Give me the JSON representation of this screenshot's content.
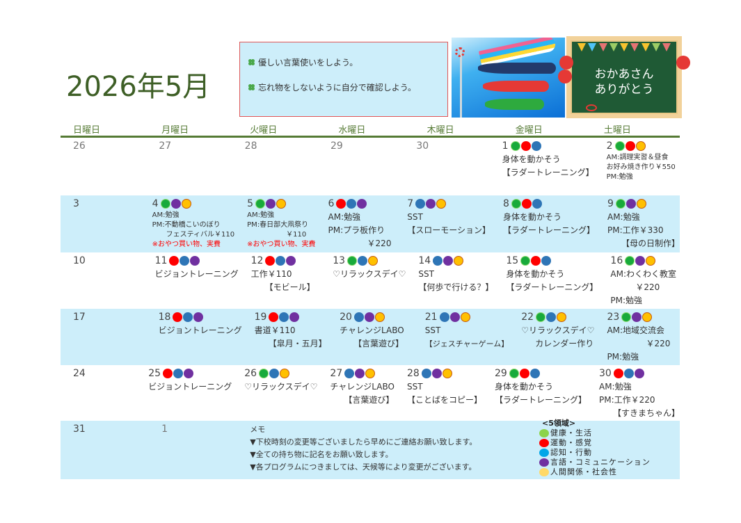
{
  "header": {
    "title": "2026年5月",
    "goals": [
      "優しい言葉使いをしよう。",
      "忘れ物をしないように自分で確認しよう。"
    ],
    "images": {
      "koinobori": "carp-streamers-illustration",
      "mothers_day_card": {
        "text_line1": "おかあさん",
        "text_line2": "ありがとう"
      }
    }
  },
  "colors": {
    "green": "#18aa3b",
    "red": "#ff0000",
    "blue": "#2e75b6",
    "purple": "#7030a0",
    "yellow": "#ffc000",
    "header_green": "#557a34",
    "row_shade": "#cdeefa",
    "goal_border": "#e05555"
  },
  "weekdays": [
    "日曜日",
    "月曜日",
    "火曜日",
    "水曜日",
    "木曜日",
    "金曜日",
    "土曜日"
  ],
  "weeks": [
    {
      "shade": false,
      "days": [
        {
          "n": "26",
          "muted": true,
          "dots": [],
          "lines": []
        },
        {
          "n": "27",
          "muted": true,
          "dots": [],
          "lines": []
        },
        {
          "n": "28",
          "muted": true,
          "dots": [],
          "lines": []
        },
        {
          "n": "29",
          "muted": true,
          "dots": [],
          "lines": []
        },
        {
          "n": "30",
          "muted": true,
          "dots": [],
          "lines": []
        },
        {
          "n": "1",
          "dots": [
            "g",
            "r",
            "b"
          ],
          "lines": [
            {
              "t": "身体を動かそう"
            },
            {
              "t": "【ラダートレーニング】"
            }
          ]
        },
        {
          "n": "2",
          "dots": [
            "g",
            "r",
            "y"
          ],
          "lines": [
            {
              "t": "AM:調理実習＆昼食",
              "c": "sm"
            },
            {
              "t": "お好み焼き作り￥550",
              "c": "sm"
            },
            {
              "t": "PM:勉強",
              "c": "sm"
            }
          ]
        }
      ]
    },
    {
      "shade": true,
      "days": [
        {
          "n": "3",
          "dots": [],
          "lines": []
        },
        {
          "n": "4",
          "dots": [
            "g",
            "p",
            "y"
          ],
          "lines": [
            {
              "t": "AM:勉強",
              "c": "sm"
            },
            {
              "t": "PM:不動橋こいのぼり",
              "c": "sm"
            },
            {
              "t": "フェスティバル￥110",
              "c": "sm ind1"
            },
            {
              "t": "※おやつ買い物、実費",
              "c": "sm red"
            }
          ]
        },
        {
          "n": "5",
          "dots": [
            "g",
            "p",
            "y"
          ],
          "lines": [
            {
              "t": "AM:勉強",
              "c": "sm"
            },
            {
              "t": "PM:春日部大凧祭り",
              "c": "sm"
            },
            {
              "t": "￥110",
              "c": "sm ind3"
            },
            {
              "t": "※おやつ買い物、実費",
              "c": "sm red"
            }
          ]
        },
        {
          "n": "6",
          "dots": [
            "r",
            "b",
            "p"
          ],
          "lines": [
            {
              "t": "AM:勉強"
            },
            {
              "t": "PM:プラ板作り"
            },
            {
              "t": "￥220",
              "c": "ind3"
            }
          ]
        },
        {
          "n": "7",
          "dots": [
            "b",
            "p",
            "y"
          ],
          "lines": [
            {
              "t": "SST"
            },
            {
              "t": "【スローモーション】"
            }
          ]
        },
        {
          "n": "8",
          "dots": [
            "g",
            "r",
            "b"
          ],
          "lines": [
            {
              "t": "身体を動かそう"
            },
            {
              "t": "【ラダートレーニング】"
            }
          ]
        },
        {
          "n": "9",
          "dots": [
            "g",
            "p",
            "y"
          ],
          "lines": [
            {
              "t": "AM:勉強"
            },
            {
              "t": "PM:工作￥330"
            },
            {
              "t": "【母の日制作】",
              "c": "ind1"
            }
          ]
        }
      ]
    },
    {
      "shade": false,
      "days": [
        {
          "n": "10",
          "dots": [],
          "lines": []
        },
        {
          "n": "11",
          "dots": [
            "r",
            "b",
            "p"
          ],
          "lines": [
            {
              "t": "ビジョントレーニング"
            }
          ]
        },
        {
          "n": "12",
          "dots": [
            "r",
            "b",
            "p"
          ],
          "lines": [
            {
              "t": "工作￥110"
            },
            {
              "t": "【モビール】",
              "c": "ind1"
            }
          ]
        },
        {
          "n": "13",
          "dots": [
            "g",
            "b",
            "y"
          ],
          "lines": [
            {
              "t": "♡リラックスデイ♡"
            }
          ]
        },
        {
          "n": "14",
          "dots": [
            "b",
            "p",
            "y"
          ],
          "lines": [
            {
              "t": "SST"
            },
            {
              "t": "【何歩で行ける？】"
            }
          ]
        },
        {
          "n": "15",
          "dots": [
            "g",
            "r",
            "b"
          ],
          "lines": [
            {
              "t": "身体を動かそう"
            },
            {
              "t": "【ラダートレーニング】"
            }
          ]
        },
        {
          "n": "16",
          "dots": [
            "g",
            "p",
            "y"
          ],
          "lines": [
            {
              "t": "AM:わくわく教室"
            },
            {
              "t": "￥220",
              "c": "ind2"
            },
            {
              "t": "PM:勉強"
            }
          ]
        }
      ]
    },
    {
      "shade": true,
      "days": [
        {
          "n": "17",
          "dots": [],
          "lines": []
        },
        {
          "n": "18",
          "dots": [
            "r",
            "b",
            "p"
          ],
          "lines": [
            {
              "t": "ビジョントレーニング"
            }
          ]
        },
        {
          "n": "19",
          "dots": [
            "r",
            "b",
            "p"
          ],
          "lines": [
            {
              "t": "書道￥110"
            },
            {
              "t": "【皐月・五月】",
              "c": "ind1"
            }
          ]
        },
        {
          "n": "20",
          "dots": [
            "b",
            "p",
            "y"
          ],
          "lines": [
            {
              "t": "チャレンジLABO"
            },
            {
              "t": "【言葉遊び】",
              "c": "ind1"
            }
          ]
        },
        {
          "n": "21",
          "dots": [
            "b",
            "p",
            "y"
          ],
          "lines": [
            {
              "t": "SST"
            },
            {
              "t": "【ジェスチャーゲーム】",
              "c": "sm2"
            }
          ]
        },
        {
          "n": "22",
          "dots": [
            "g",
            "b",
            "y"
          ],
          "lines": [
            {
              "t": "♡リラックスデイ♡"
            },
            {
              "t": "カレンダー作り",
              "c": "ind1"
            }
          ]
        },
        {
          "n": "23",
          "dots": [
            "g",
            "p",
            "y"
          ],
          "lines": [
            {
              "t": "AM:地域交流会"
            },
            {
              "t": "￥220",
              "c": "ind3"
            },
            {
              "t": "PM:勉強"
            }
          ]
        }
      ]
    },
    {
      "shade": false,
      "days": [
        {
          "n": "24",
          "dots": [],
          "lines": []
        },
        {
          "n": "25",
          "dots": [
            "r",
            "b",
            "p"
          ],
          "lines": [
            {
              "t": "ビジョントレーニング"
            }
          ]
        },
        {
          "n": "26",
          "dots": [
            "g",
            "b",
            "y"
          ],
          "lines": [
            {
              "t": "♡リラックスデイ♡"
            }
          ]
        },
        {
          "n": "27",
          "dots": [
            "b",
            "p",
            "y"
          ],
          "lines": [
            {
              "t": "チャレンジLABO"
            },
            {
              "t": "【言葉遊び】",
              "c": "ind1"
            }
          ]
        },
        {
          "n": "28",
          "dots": [
            "b",
            "p",
            "y"
          ],
          "lines": [
            {
              "t": "SST"
            },
            {
              "t": "【ことばをコピー】"
            }
          ]
        },
        {
          "n": "29",
          "dots": [
            "g",
            "r",
            "b"
          ],
          "lines": [
            {
              "t": "身体を動かそう"
            },
            {
              "t": "【ラダートレーニング】"
            }
          ]
        },
        {
          "n": "30",
          "dots": [
            "r",
            "b",
            "p"
          ],
          "lines": [
            {
              "t": "AM:勉強"
            },
            {
              "t": "PM:工作￥220"
            },
            {
              "t": "【すきまちゃん】",
              "c": "ind1"
            }
          ]
        }
      ]
    }
  ],
  "last_week": {
    "sun": "31",
    "mon": "1",
    "memo": {
      "title": "メモ",
      "items": [
        "▼下校時刻の変更等ございましたら早めにご連絡お願い致します。",
        "▼全ての持ち物に記名をお願い致します。",
        "▼各プログラムにつきましては、天候等により変更がございます。"
      ]
    }
  },
  "legend": {
    "title": "<5領域>",
    "items": [
      {
        "label": "健康・生活",
        "color": "#8cd44a"
      },
      {
        "label": "運動・感覚",
        "color": "#ff0000"
      },
      {
        "label": "認知・行動",
        "color": "#00a6e8"
      },
      {
        "label": "言語・コミュニケーション",
        "color": "#7030a0"
      },
      {
        "label": "人間関係・社会性",
        "color": "#ffd966"
      }
    ]
  }
}
